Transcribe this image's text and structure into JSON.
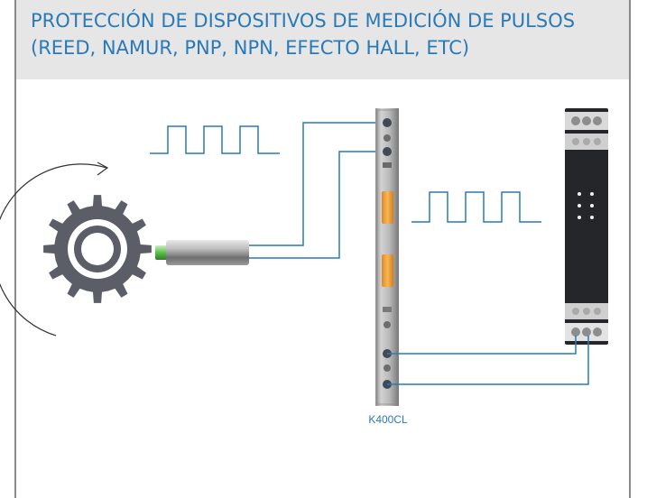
{
  "title": {
    "line1": "PROTECCIÓN DE DISPOSITIVOS DE MEDICIÓN DE PULSOS",
    "line2": "(REED, NAMUR, PNP, NPN, EFECTO HALL, ETC)"
  },
  "device": {
    "label": "K400CL"
  },
  "colors": {
    "accent": "#2a7ab8",
    "header_bg": "#e6e6e6",
    "gear": "#5b5e66",
    "wire": "#2a7ab8",
    "led_amber": "#f0a23c",
    "module_body": "#2a2c30"
  },
  "icons": [
    "gear-icon",
    "rotation-arrow-icon",
    "pulse-wave-icon",
    "sensor-icon"
  ]
}
